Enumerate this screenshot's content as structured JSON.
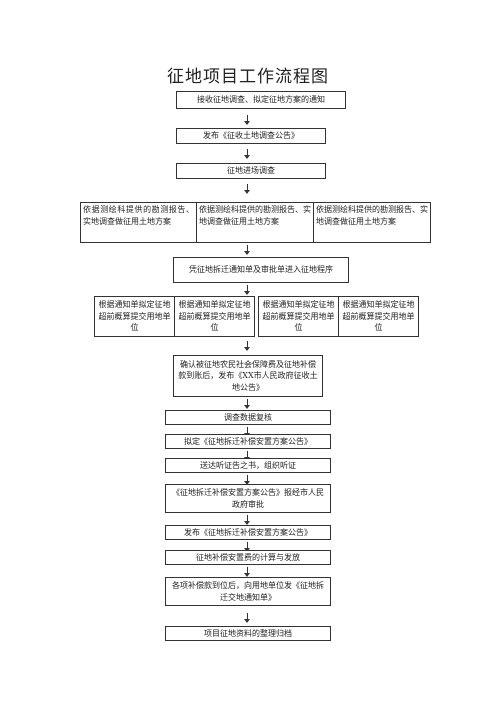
{
  "title": "征地项目工作流程图",
  "steps": {
    "s1": "接收征地调查、拟定征地方案的通知",
    "s2": "发布《征收土地调查公告》",
    "s3": "征地进场调查",
    "survey": [
      "依据测绘科提供的勘测报告、实地调查做征用土地方案",
      "依据测绘科提供的勘测报告、实地调查做征用土地方案",
      "依据测绘科提供的勘测报告、实地调查做征用土地方案"
    ],
    "s5": "凭征地拆迁通知单及审批单进入征地程序",
    "notify": [
      "根据通知单拟定征地超前概算提交用地单位",
      "根据通知单拟定征地超前概算提交用地单位",
      "根据通知单拟定征地超前概算提交用地单位",
      "根据通知单拟定征地超前概算提交用地单位"
    ],
    "s7": "确认被征地农民社会保障费及征地补偿款到账后，发布《XX市人民政府征收土地公告》",
    "s8": "调查数据复核",
    "s9": "拟定《征地拆迁补偿安置方案公告》",
    "s10": "送达听证告之书，组织听证",
    "s11": "《征地拆迁补偿安置方案公告》报经市人民政府审批",
    "s12": "发布《征地拆迁补偿安置方案公告》",
    "s13": "征地补偿安置费的计算与发放",
    "s14": "各项补偿款到位后，向用地单位发《征地拆迁交地通知单》",
    "s15": "项目征地资料的整理归档"
  }
}
